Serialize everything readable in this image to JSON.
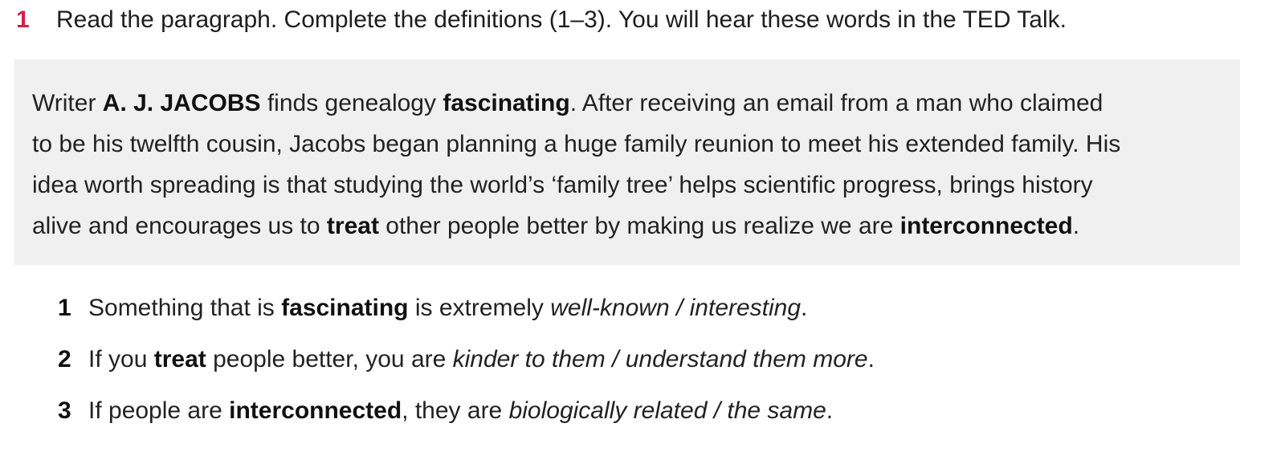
{
  "exercise": {
    "number": "1",
    "instruction": "Read the paragraph. Complete the definitions (1–3). You will hear these words in the TED Talk."
  },
  "paragraph": {
    "l1_a": "Writer ",
    "l1_b": "A. J. JACOBS",
    "l1_c": " finds genealogy ",
    "l1_d": "fascinating",
    "l1_e": ". After receiving an email from a man who claimed",
    "l2": "to be his twelfth cousin, Jacobs began planning a huge family reunion to meet his extended family. His",
    "l3": "idea worth spreading is that studying the world’s ‘family tree’ helps scientific progress, brings history",
    "l4_a": "alive and encourages us to ",
    "l4_b": "treat",
    "l4_c": " other people better by making us realize we are ",
    "l4_d": "interconnected",
    "l4_e": "."
  },
  "definitions": [
    {
      "num": "1",
      "pre": "Something that is ",
      "term": "fascinating",
      "mid": " is extremely ",
      "options": "well-known / interesting",
      "end": "."
    },
    {
      "num": "2",
      "pre": "If you ",
      "term": "treat",
      "mid": " people better, you are ",
      "options": "kinder to them / understand them more",
      "end": "."
    },
    {
      "num": "3",
      "pre": "If people are ",
      "term": "interconnected",
      "mid": ", they are ",
      "options": "biologically related / the same",
      "end": "."
    }
  ],
  "colors": {
    "accent": "#d6204b",
    "panel_background": "#f0f0f0"
  }
}
